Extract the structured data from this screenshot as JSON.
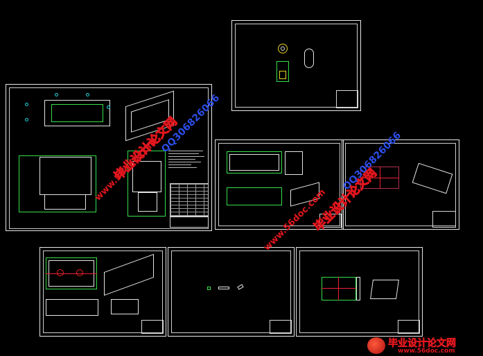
{
  "app": {
    "title": "CAD drawing sheets overview"
  },
  "watermarks": {
    "site_url": "www.56doc.com",
    "site_name": "毕业设计论文网",
    "qq": "QQ306826066"
  },
  "brand": {
    "logo_name": "毕业设计论文网",
    "logo_url": "www.56doc.com"
  },
  "colors": {
    "background": "#000000",
    "sheet_border": "#e8e8e8",
    "drawing_green": "#37e04a",
    "drawing_cyan": "#20d6e0",
    "drawing_red": "#e22233",
    "watermark_red": "#e0161d",
    "watermark_blue": "#2c4de8"
  },
  "sheets": [
    {
      "id": "sheet-main-assembly"
    },
    {
      "id": "sheet-top-right-part"
    },
    {
      "id": "sheet-middle-parts"
    },
    {
      "id": "sheet-middle-right-plate"
    },
    {
      "id": "sheet-bottom-left-body"
    },
    {
      "id": "sheet-bottom-middle-small"
    },
    {
      "id": "sheet-bottom-right-plate"
    }
  ]
}
